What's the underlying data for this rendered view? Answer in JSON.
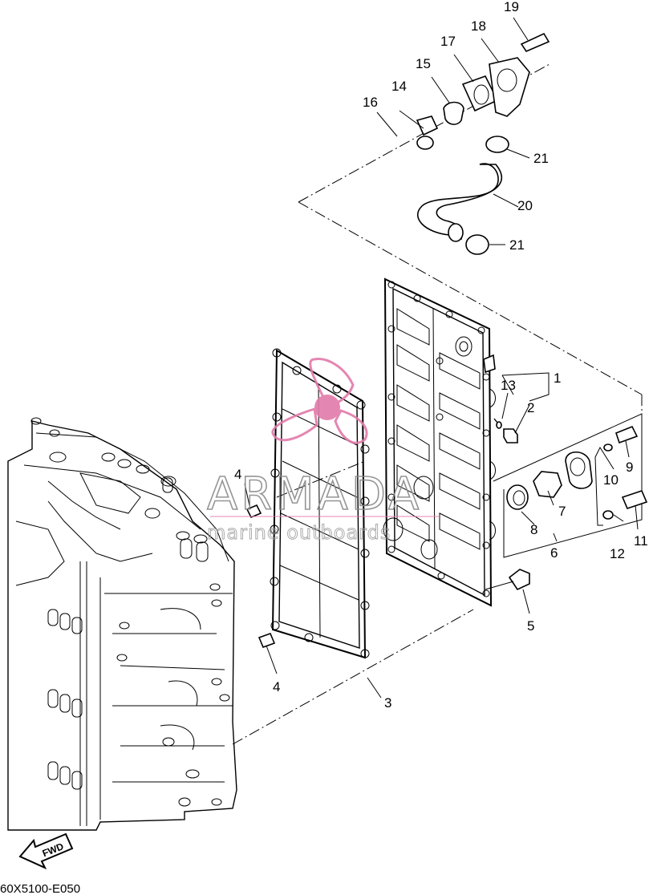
{
  "diagram": {
    "callouts": [
      {
        "id": "c1",
        "label": "1"
      },
      {
        "id": "c2",
        "label": "2"
      },
      {
        "id": "c3",
        "label": "3"
      },
      {
        "id": "c4a",
        "label": "4"
      },
      {
        "id": "c4b",
        "label": "4"
      },
      {
        "id": "c5",
        "label": "5"
      },
      {
        "id": "c6",
        "label": "6"
      },
      {
        "id": "c7",
        "label": "7"
      },
      {
        "id": "c8",
        "label": "8"
      },
      {
        "id": "c9",
        "label": "9"
      },
      {
        "id": "c10",
        "label": "10"
      },
      {
        "id": "c11",
        "label": "11"
      },
      {
        "id": "c12",
        "label": "12"
      },
      {
        "id": "c13",
        "label": "13"
      },
      {
        "id": "c14",
        "label": "14"
      },
      {
        "id": "c15",
        "label": "15"
      },
      {
        "id": "c16",
        "label": "16"
      },
      {
        "id": "c17",
        "label": "17"
      },
      {
        "id": "c18",
        "label": "18"
      },
      {
        "id": "c19",
        "label": "19"
      },
      {
        "id": "c20",
        "label": "20"
      },
      {
        "id": "c21a",
        "label": "21"
      },
      {
        "id": "c21b",
        "label": "21"
      }
    ],
    "direction_label": "FWD",
    "figure_code": "60X5100-E050"
  },
  "watermark": {
    "title": "ARMADA",
    "subtitle": "marine outboards",
    "logo_color": "#e27aaa",
    "line_color": "#8a8a8a"
  }
}
